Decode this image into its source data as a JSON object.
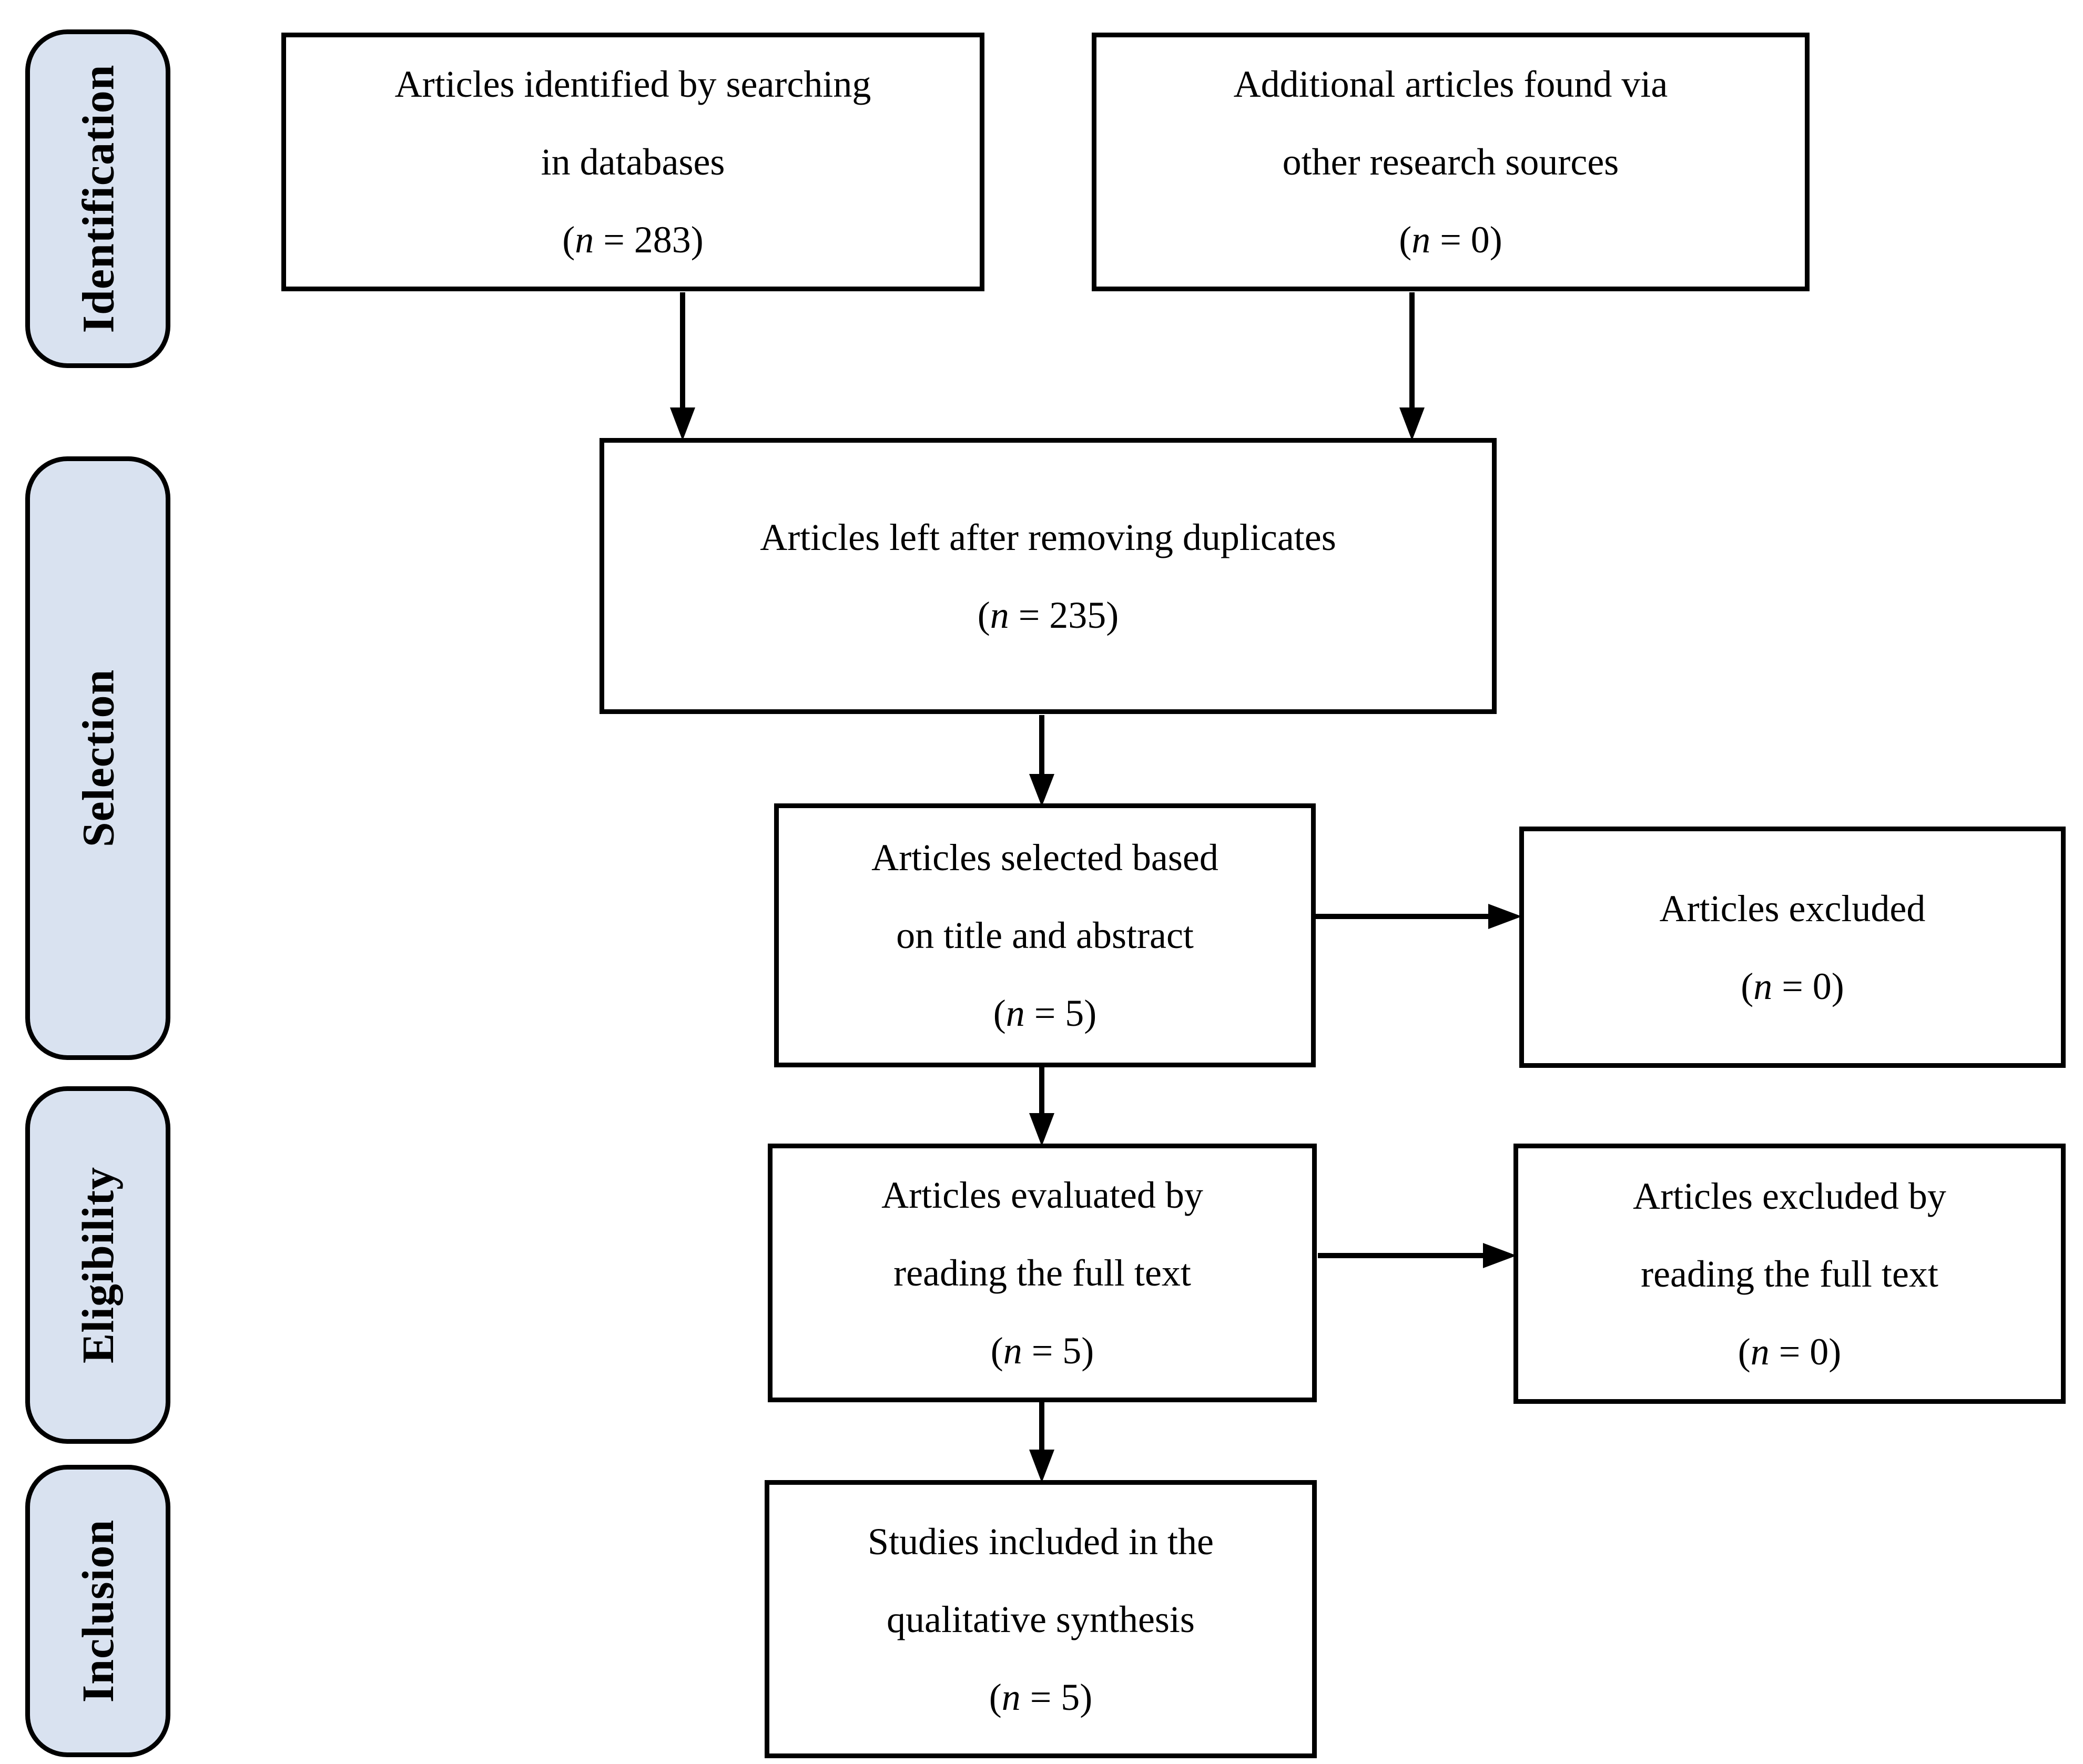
{
  "stages": [
    {
      "label": "Identification"
    },
    {
      "label": "Selection"
    },
    {
      "label": "Eligibility"
    },
    {
      "label": "Inclusion"
    }
  ],
  "boxes": {
    "identified": {
      "lines": [
        "Articles identified by searching",
        "in databases"
      ],
      "count": {
        "open": "(",
        "var": "n",
        "rest": " = 283)"
      }
    },
    "additional": {
      "lines": [
        "Additional articles found via",
        "other research sources"
      ],
      "count": {
        "open": "(",
        "var": "n",
        "rest": " = 0)"
      }
    },
    "duplicates": {
      "lines": [
        "Articles left after removing duplicates"
      ],
      "count": {
        "open": "(",
        "var": "n",
        "rest": " = 235)"
      }
    },
    "selected": {
      "lines": [
        "Articles selected based",
        "on title and abstract"
      ],
      "count": {
        "open": "(",
        "var": "n",
        "rest": " = 5)"
      }
    },
    "excluded_title": {
      "lines": [
        "Articles excluded"
      ],
      "count": {
        "open": "(",
        "var": "n",
        "rest": " = 0)"
      }
    },
    "evaluated": {
      "lines": [
        "Articles evaluated by",
        "reading the full text"
      ],
      "count": {
        "open": "(",
        "var": "n",
        "rest": " = 5)"
      }
    },
    "excluded_fulltext": {
      "lines": [
        "Articles excluded by",
        "reading the full text"
      ],
      "count": {
        "open": "(",
        "var": "n",
        "rest": " = 0)"
      }
    },
    "included": {
      "lines": [
        "Studies included in the",
        "qualitative synthesis"
      ],
      "count": {
        "open": "(",
        "var": "n",
        "rest": " = 5)"
      }
    }
  },
  "colors": {
    "stage_fill": "#d9e2f0",
    "box_fill": "#ffffff",
    "line": "#000000"
  }
}
